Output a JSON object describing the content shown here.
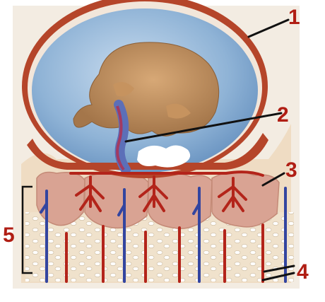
{
  "labels": [
    {
      "id": "1",
      "text": "1"
    },
    {
      "id": "2",
      "text": "2"
    },
    {
      "id": "3",
      "text": "3"
    },
    {
      "id": "4",
      "text": "4"
    },
    {
      "id": "5",
      "text": "5"
    }
  ],
  "colors": {
    "label_text": "#b01e14",
    "leader_line": "#111111",
    "membrane_outer": "#b5452a",
    "amniotic_fluid": "#8fb3d6",
    "fetus": "#b88a5a",
    "artery": "#b3241a",
    "vein": "#3345a0",
    "tissue": "#ecd9c0",
    "villi": "#d9a393"
  }
}
